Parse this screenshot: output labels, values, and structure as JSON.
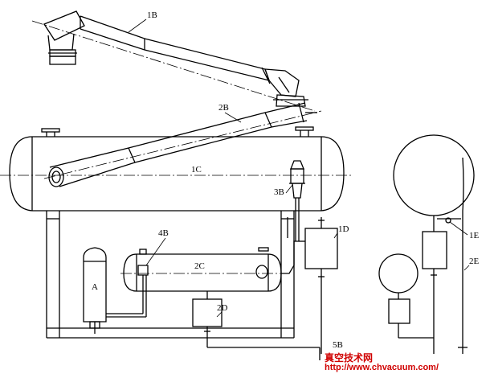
{
  "labels": {
    "l1B": "1B",
    "l2B": "2B",
    "l1C": "1C",
    "l3B": "3B",
    "l1D": "1D",
    "l4B": "4B",
    "l2C": "2C",
    "lA": "A",
    "l2D": "2D",
    "l5B": "5B",
    "l1E": "1E",
    "l2E": "2E"
  },
  "watermark": {
    "title": "真空技术网",
    "url": "http://www.chvacuum.com/"
  }
}
